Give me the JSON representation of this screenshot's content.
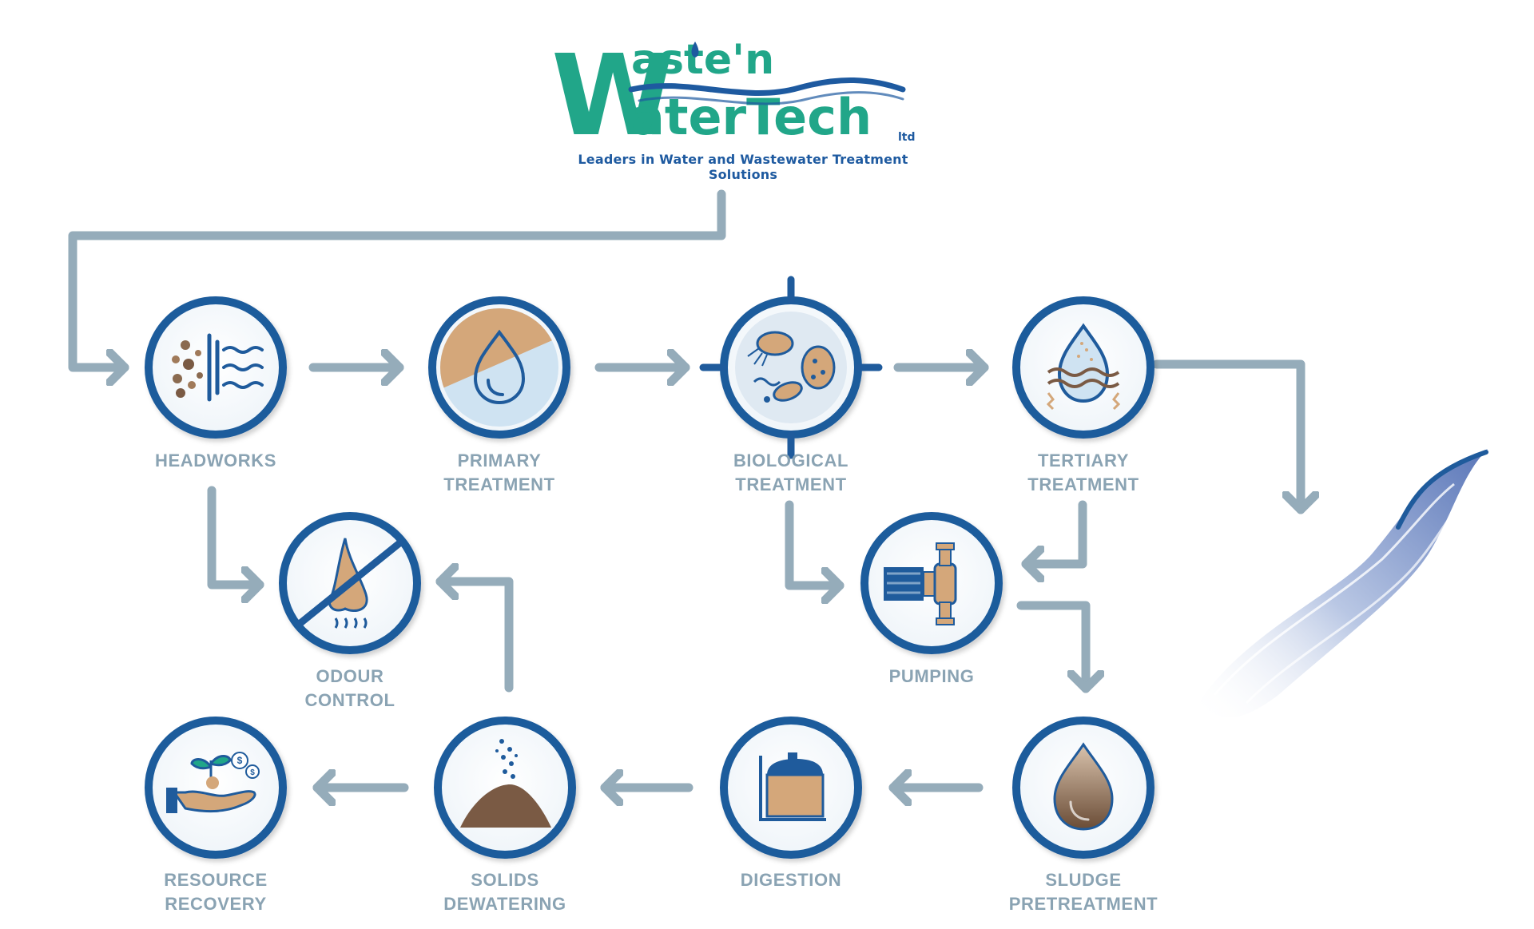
{
  "logo": {
    "line1": "aste'n",
    "line2": "aterTech",
    "initial": "W",
    "suffix": "ltd",
    "tagline": "Leaders in Water and Wastewater Treatment Solutions"
  },
  "colors": {
    "logo_teal": "#21a689",
    "logo_blue": "#1e5aa0",
    "ring_blue": "#1f5b9c",
    "arrow": "#95acba",
    "label": "#8aa3b3",
    "sediment": "#d4a77a",
    "sludge": "#7a5a44",
    "water_light": "#cfe3f2"
  },
  "nodes": [
    {
      "id": "headworks",
      "icon": "screen-filter-icon",
      "lines": [
        "HEADWORKS"
      ]
    },
    {
      "id": "primary",
      "icon": "water-drop-sediment-icon",
      "lines": [
        "PRIMARY",
        "TREATMENT"
      ]
    },
    {
      "id": "biological",
      "icon": "microorganisms-icon",
      "lines": [
        "BIOLOGICAL",
        "TREATMENT"
      ]
    },
    {
      "id": "tertiary",
      "icon": "filtered-drop-icon",
      "lines": [
        "TERTIARY",
        "TREATMENT"
      ]
    },
    {
      "id": "odour",
      "icon": "no-odour-nose-icon",
      "lines": [
        "ODOUR",
        "CONTROL"
      ]
    },
    {
      "id": "pumping",
      "icon": "pump-icon",
      "lines": [
        "PUMPING"
      ]
    },
    {
      "id": "resource",
      "icon": "hand-plant-money-icon",
      "lines": [
        "RESOURCE",
        "RECOVERY"
      ]
    },
    {
      "id": "solids",
      "icon": "solids-pile-icon",
      "lines": [
        "SOLIDS",
        "DEWATERING"
      ]
    },
    {
      "id": "digestion",
      "icon": "digester-tank-icon",
      "lines": [
        "DIGESTION"
      ]
    },
    {
      "id": "sludge",
      "icon": "sludge-drop-icon",
      "lines": [
        "SLUDGE",
        "PRETREATMENT"
      ]
    }
  ],
  "river_icon": "river-outflow-icon"
}
